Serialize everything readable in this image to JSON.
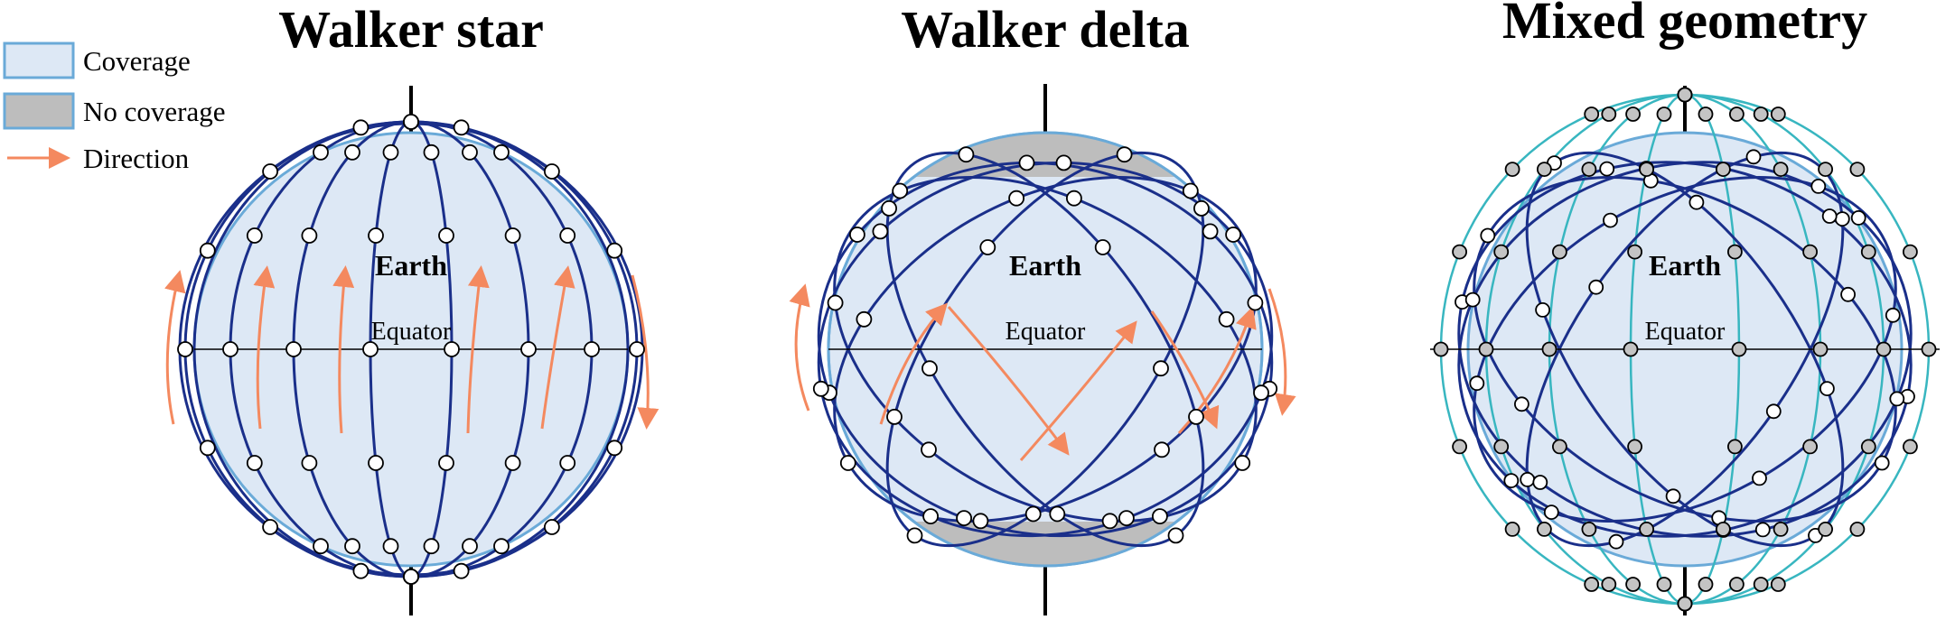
{
  "legend": {
    "coverage": "Coverage",
    "no_coverage": "No coverage",
    "direction": "Direction"
  },
  "panels": [
    {
      "title": "Walker star",
      "earth": "Earth",
      "equator": "Equator"
    },
    {
      "title": "Walker delta",
      "earth": "Earth",
      "equator": "Equator"
    },
    {
      "title": "Mixed geometry",
      "earth": "Earth",
      "equator": "Equator"
    }
  ],
  "colors": {
    "coverage_fill": "#dde8f5",
    "earth_outline": "#6aaad8",
    "no_coverage_fill": "#bdbdbd",
    "orbit_polar": "#1a2f8a",
    "orbit_inclined": "#38b6c0",
    "direction_arrow": "#f4895f",
    "satellite_fill": "#ffffff",
    "satellite_gray_fill": "#c4c4c4",
    "axis": "#000000"
  }
}
